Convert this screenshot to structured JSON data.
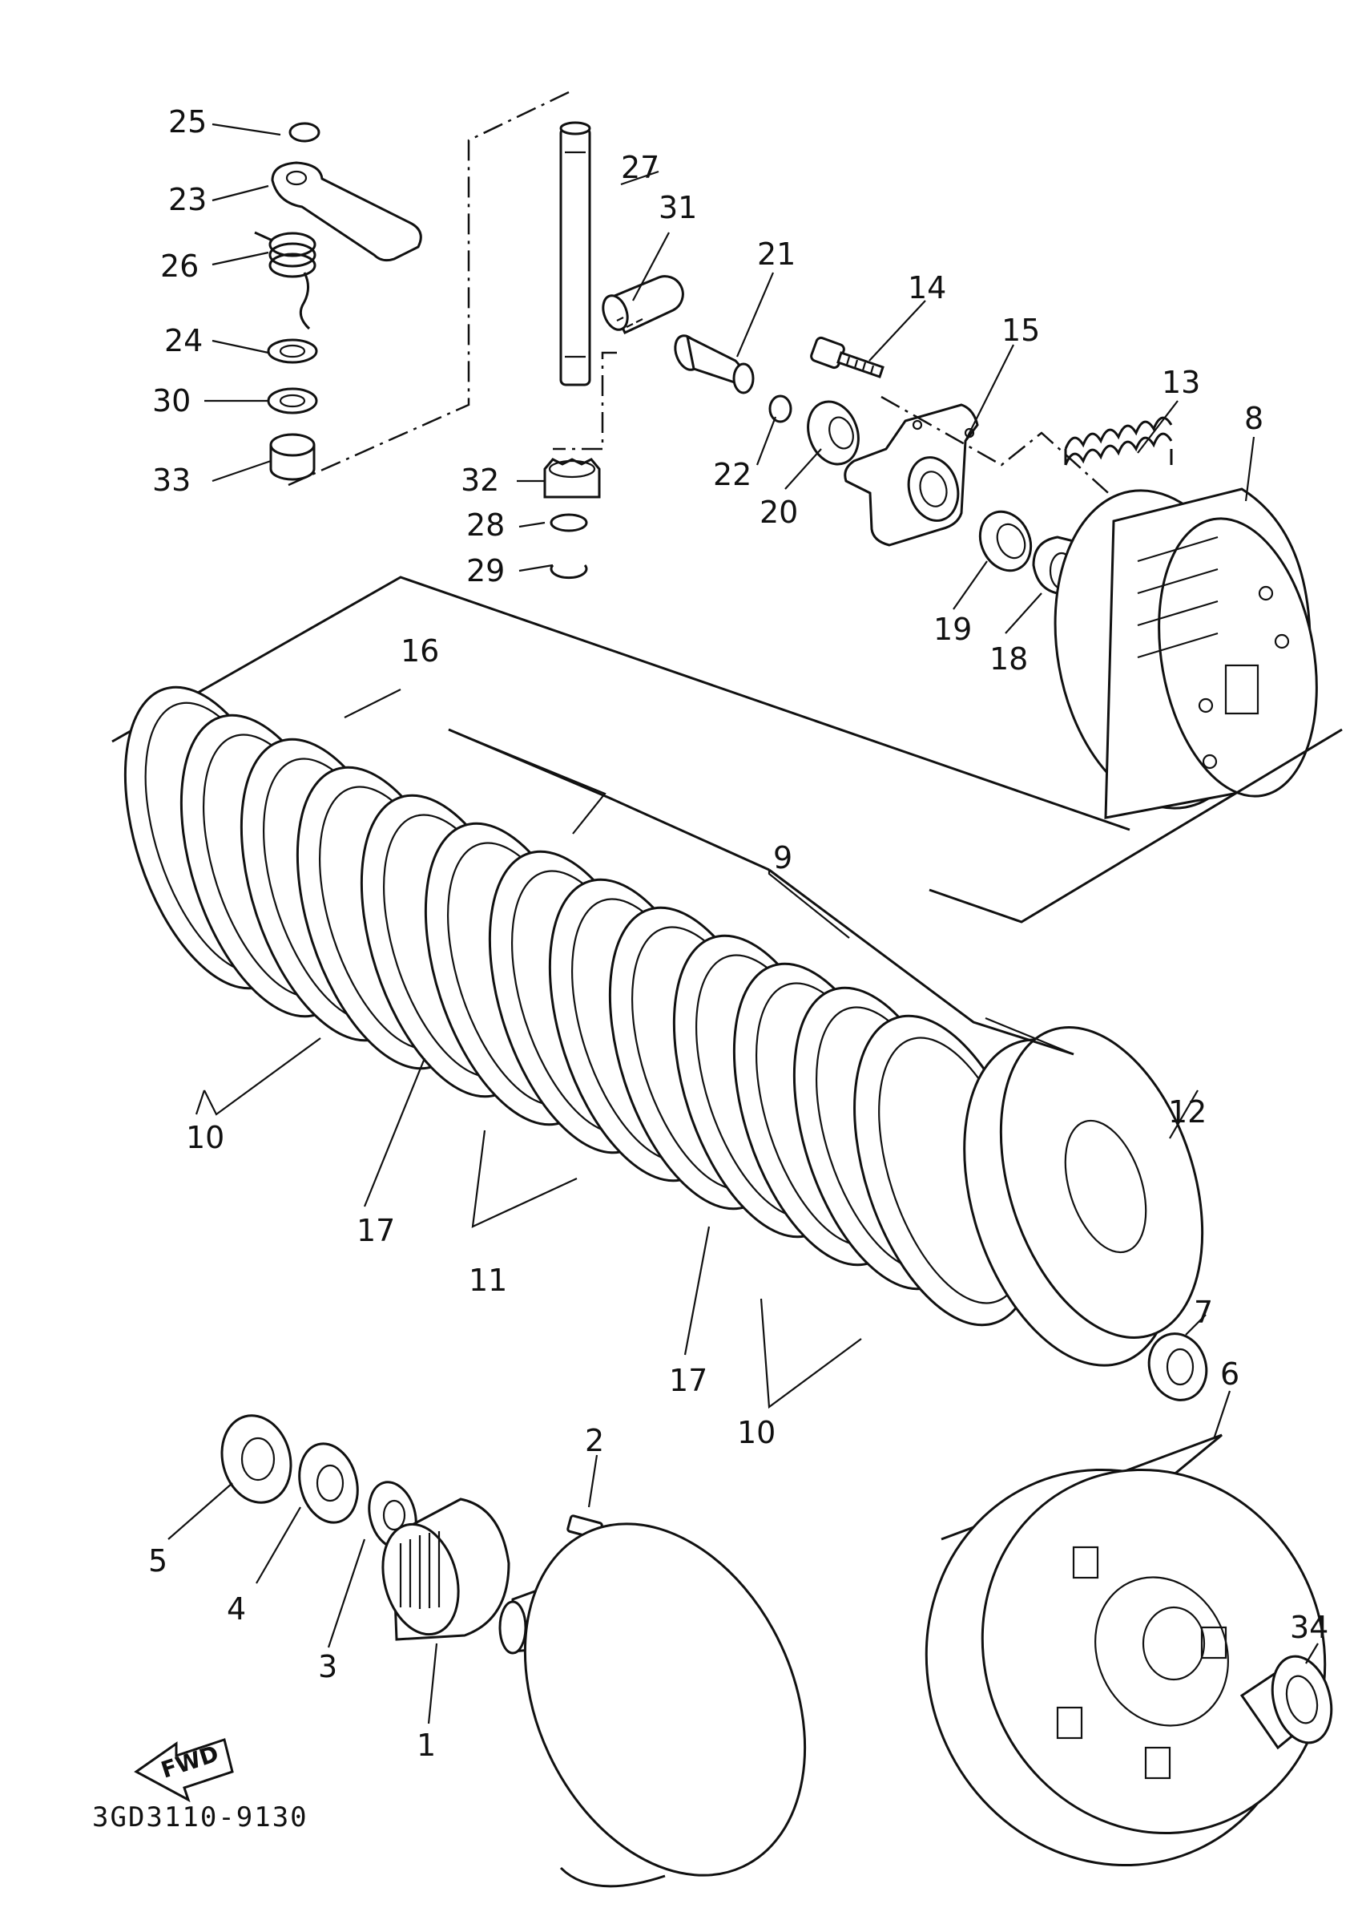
{
  "diagram": {
    "code": "3GD3110-9130",
    "direction_label": "FWD",
    "labels": {
      "p1": "1",
      "p2": "2",
      "p3": "3",
      "p4": "4",
      "p5": "5",
      "p6": "6",
      "p7": "7",
      "p8": "8",
      "p9": "9",
      "p10a": "10",
      "p10b": "10",
      "p11": "11",
      "p12": "12",
      "p13": "13",
      "p14": "14",
      "p15": "15",
      "p16": "16",
      "p17a": "17",
      "p17b": "17",
      "p18": "18",
      "p19": "19",
      "p20": "20",
      "p21": "21",
      "p22": "22",
      "p23": "23",
      "p24": "24",
      "p25": "25",
      "p26": "26",
      "p27": "27",
      "p28": "28",
      "p29": "29",
      "p30": "30",
      "p31": "31",
      "p32": "32",
      "p33": "33",
      "p34": "34"
    }
  }
}
